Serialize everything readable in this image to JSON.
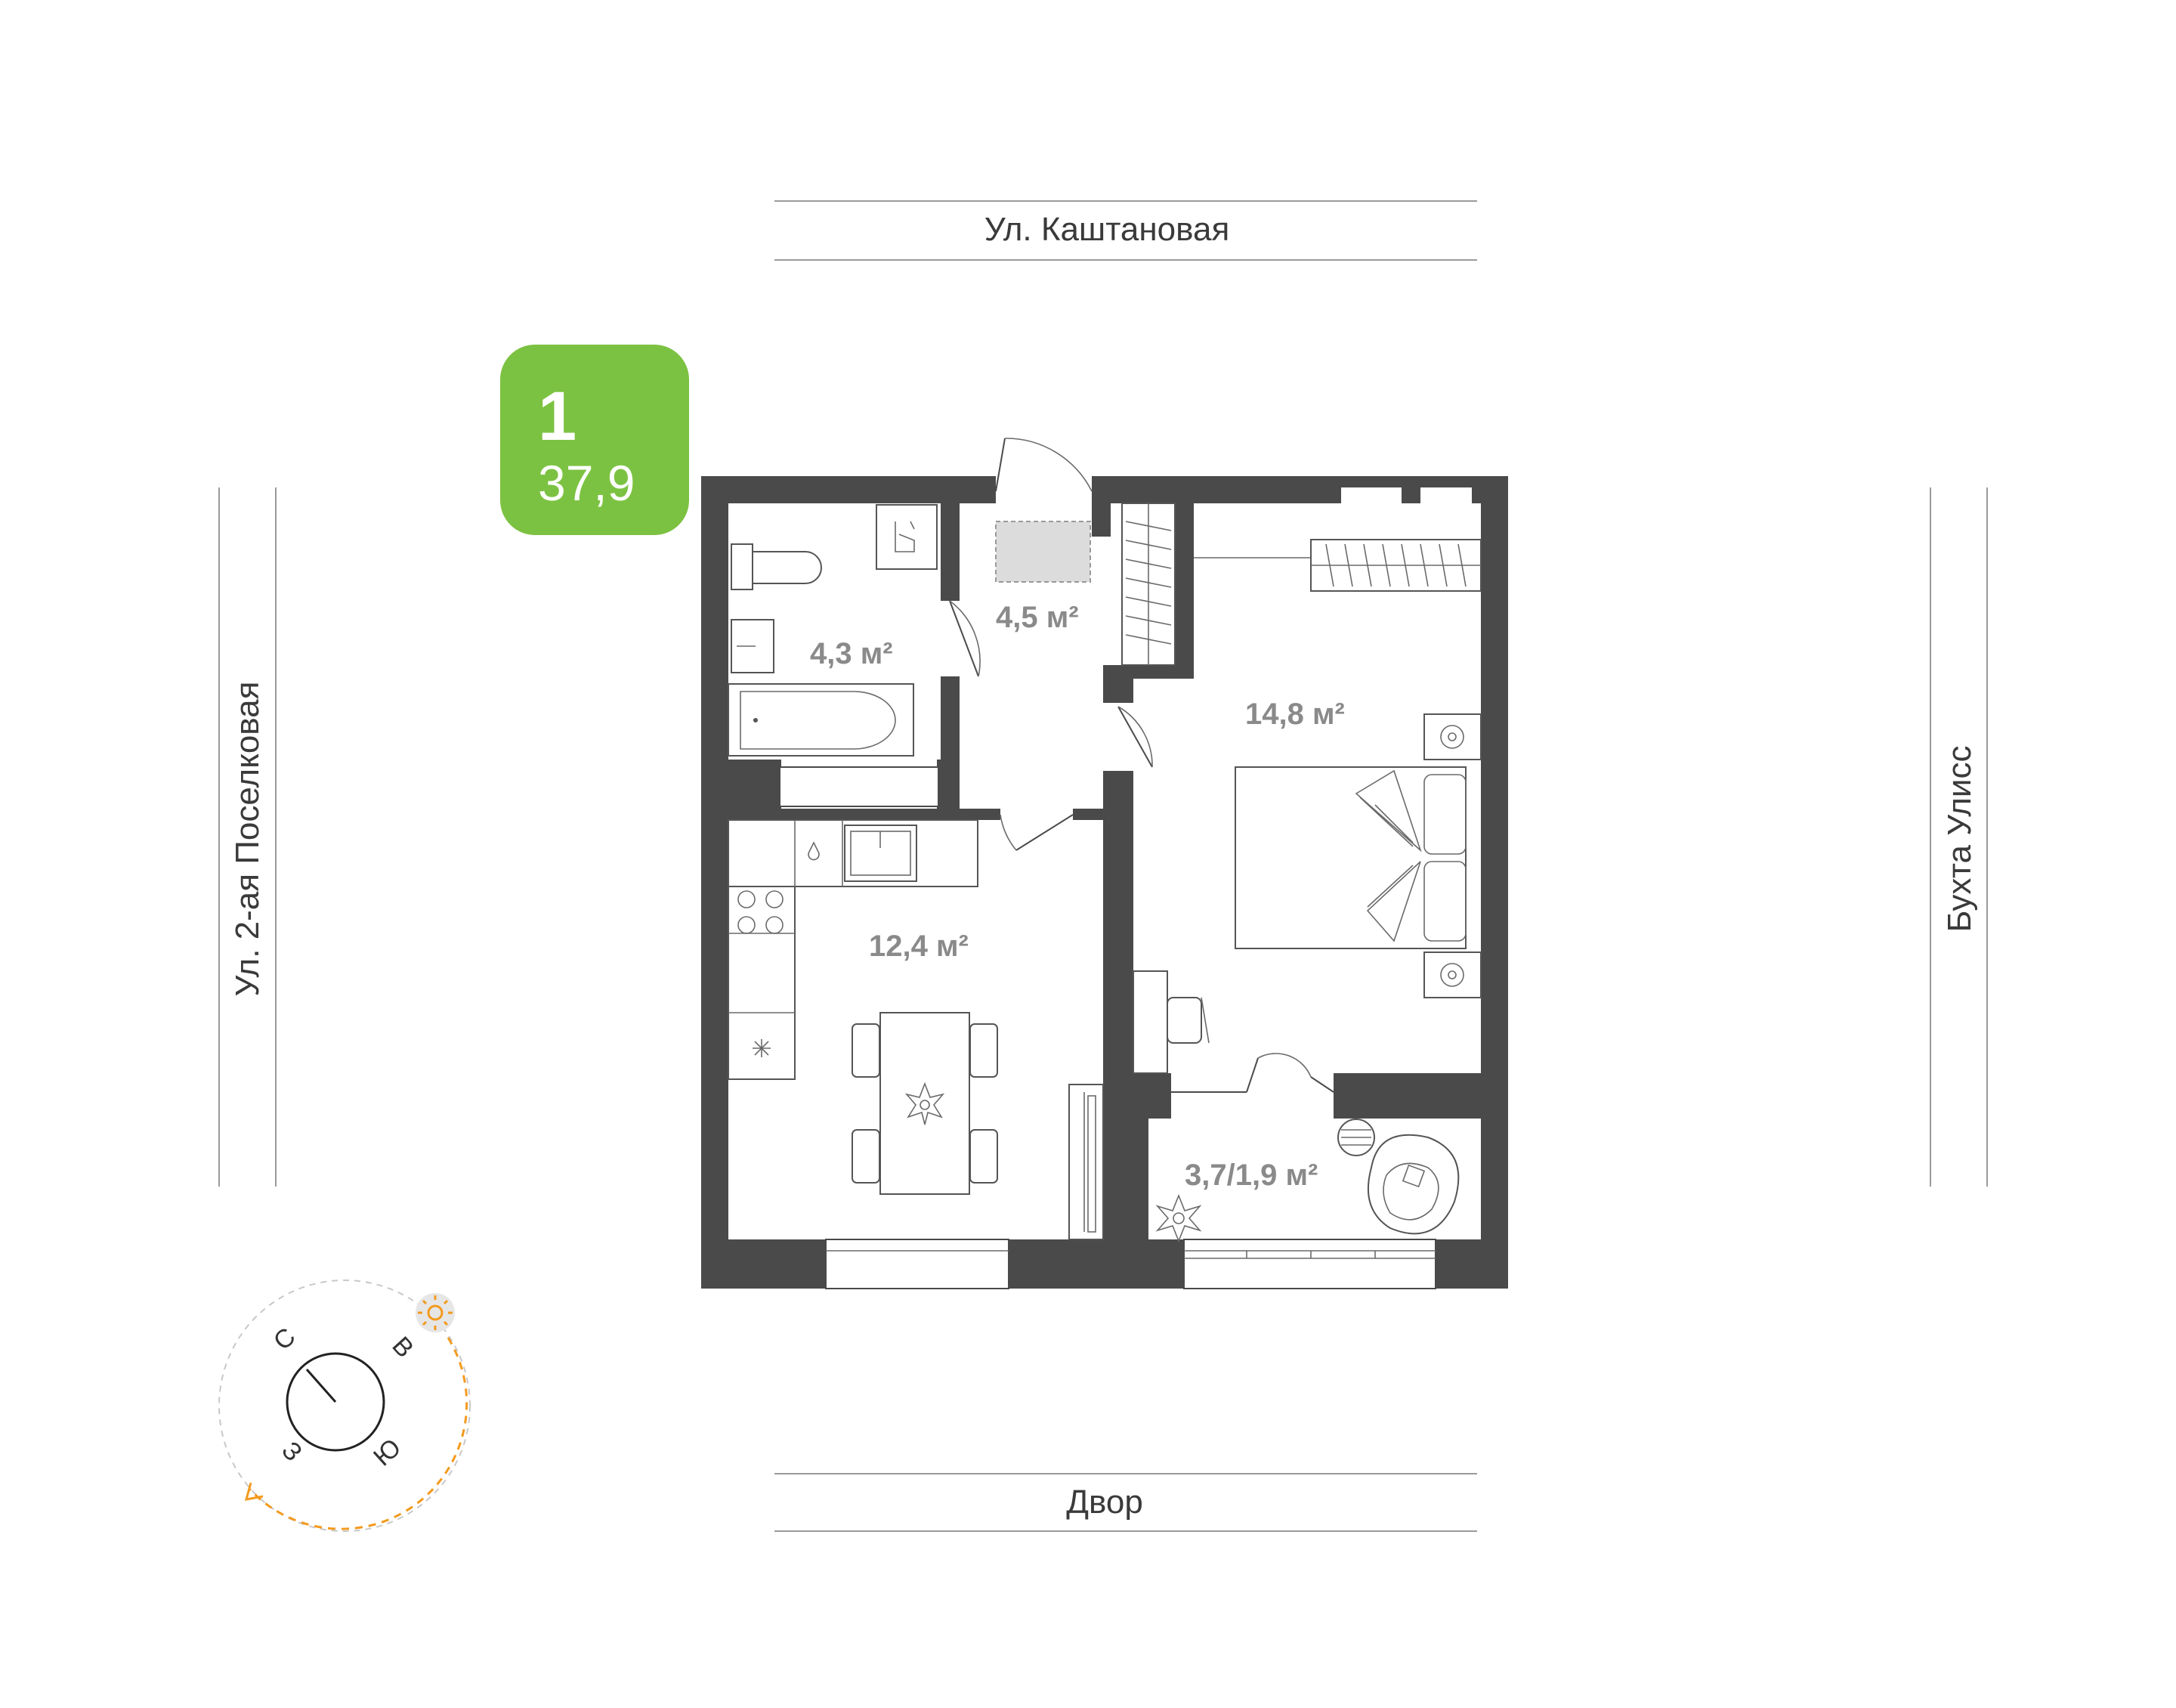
{
  "apartment": {
    "rooms_count": "1",
    "total_area": "37,9",
    "badge_color": "#7cc242"
  },
  "streets": {
    "top": "Ул. Каштановая",
    "bottom": "Двор",
    "left": "Ул. 2-ая Поселковая",
    "right": "Бухта Улисс"
  },
  "rooms": {
    "bathroom": "4,3 м²",
    "hallway": "4,5 м²",
    "bedroom": "14,8 м²",
    "kitchen": "12,4 м²",
    "balcony": "3,7/1,9 м²"
  },
  "compass": {
    "north": "С",
    "east": "В",
    "south": "Ю",
    "west": "З",
    "sun_color": "#f39a1e",
    "icons": [
      "sun-icon",
      "compass-needle"
    ]
  },
  "colors": {
    "wall": "#4a4a4a",
    "accent": "#7cc242"
  }
}
